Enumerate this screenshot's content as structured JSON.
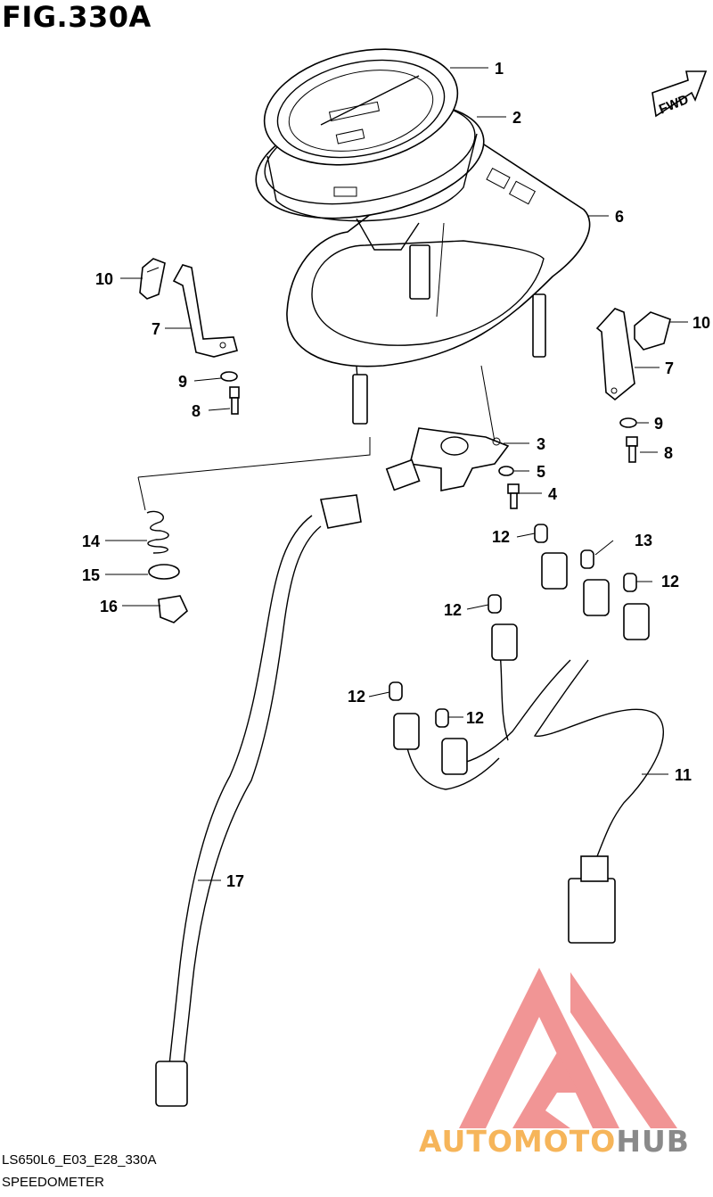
{
  "figure": {
    "title": "FIG.330A",
    "code": "LS650L6_E03_E28_330A",
    "name": "SPEEDOMETER"
  },
  "fwd_label": "FWD",
  "watermark": {
    "brand": "AUTOMOTOHUB",
    "colors": {
      "logo": "#f08a8a",
      "text_orange": "#f6b55a",
      "text_gray": "#8a8a8a"
    }
  },
  "callouts": [
    {
      "id": "c1",
      "label": "1"
    },
    {
      "id": "c2",
      "label": "2"
    },
    {
      "id": "c6",
      "label": "6"
    },
    {
      "id": "c10a",
      "label": "10"
    },
    {
      "id": "c7a",
      "label": "7"
    },
    {
      "id": "c9a",
      "label": "9"
    },
    {
      "id": "c8a",
      "label": "8"
    },
    {
      "id": "c10b",
      "label": "10"
    },
    {
      "id": "c7b",
      "label": "7"
    },
    {
      "id": "c9b",
      "label": "9"
    },
    {
      "id": "c8b",
      "label": "8"
    },
    {
      "id": "c3",
      "label": "3"
    },
    {
      "id": "c5",
      "label": "5"
    },
    {
      "id": "c4",
      "label": "4"
    },
    {
      "id": "c14",
      "label": "14"
    },
    {
      "id": "c15",
      "label": "15"
    },
    {
      "id": "c16",
      "label": "16"
    },
    {
      "id": "c12a",
      "label": "12"
    },
    {
      "id": "c13",
      "label": "13"
    },
    {
      "id": "c12b",
      "label": "12"
    },
    {
      "id": "c12c",
      "label": "12"
    },
    {
      "id": "c12d",
      "label": "12"
    },
    {
      "id": "c12e",
      "label": "12"
    },
    {
      "id": "c11",
      "label": "11"
    },
    {
      "id": "c17",
      "label": "17"
    }
  ]
}
